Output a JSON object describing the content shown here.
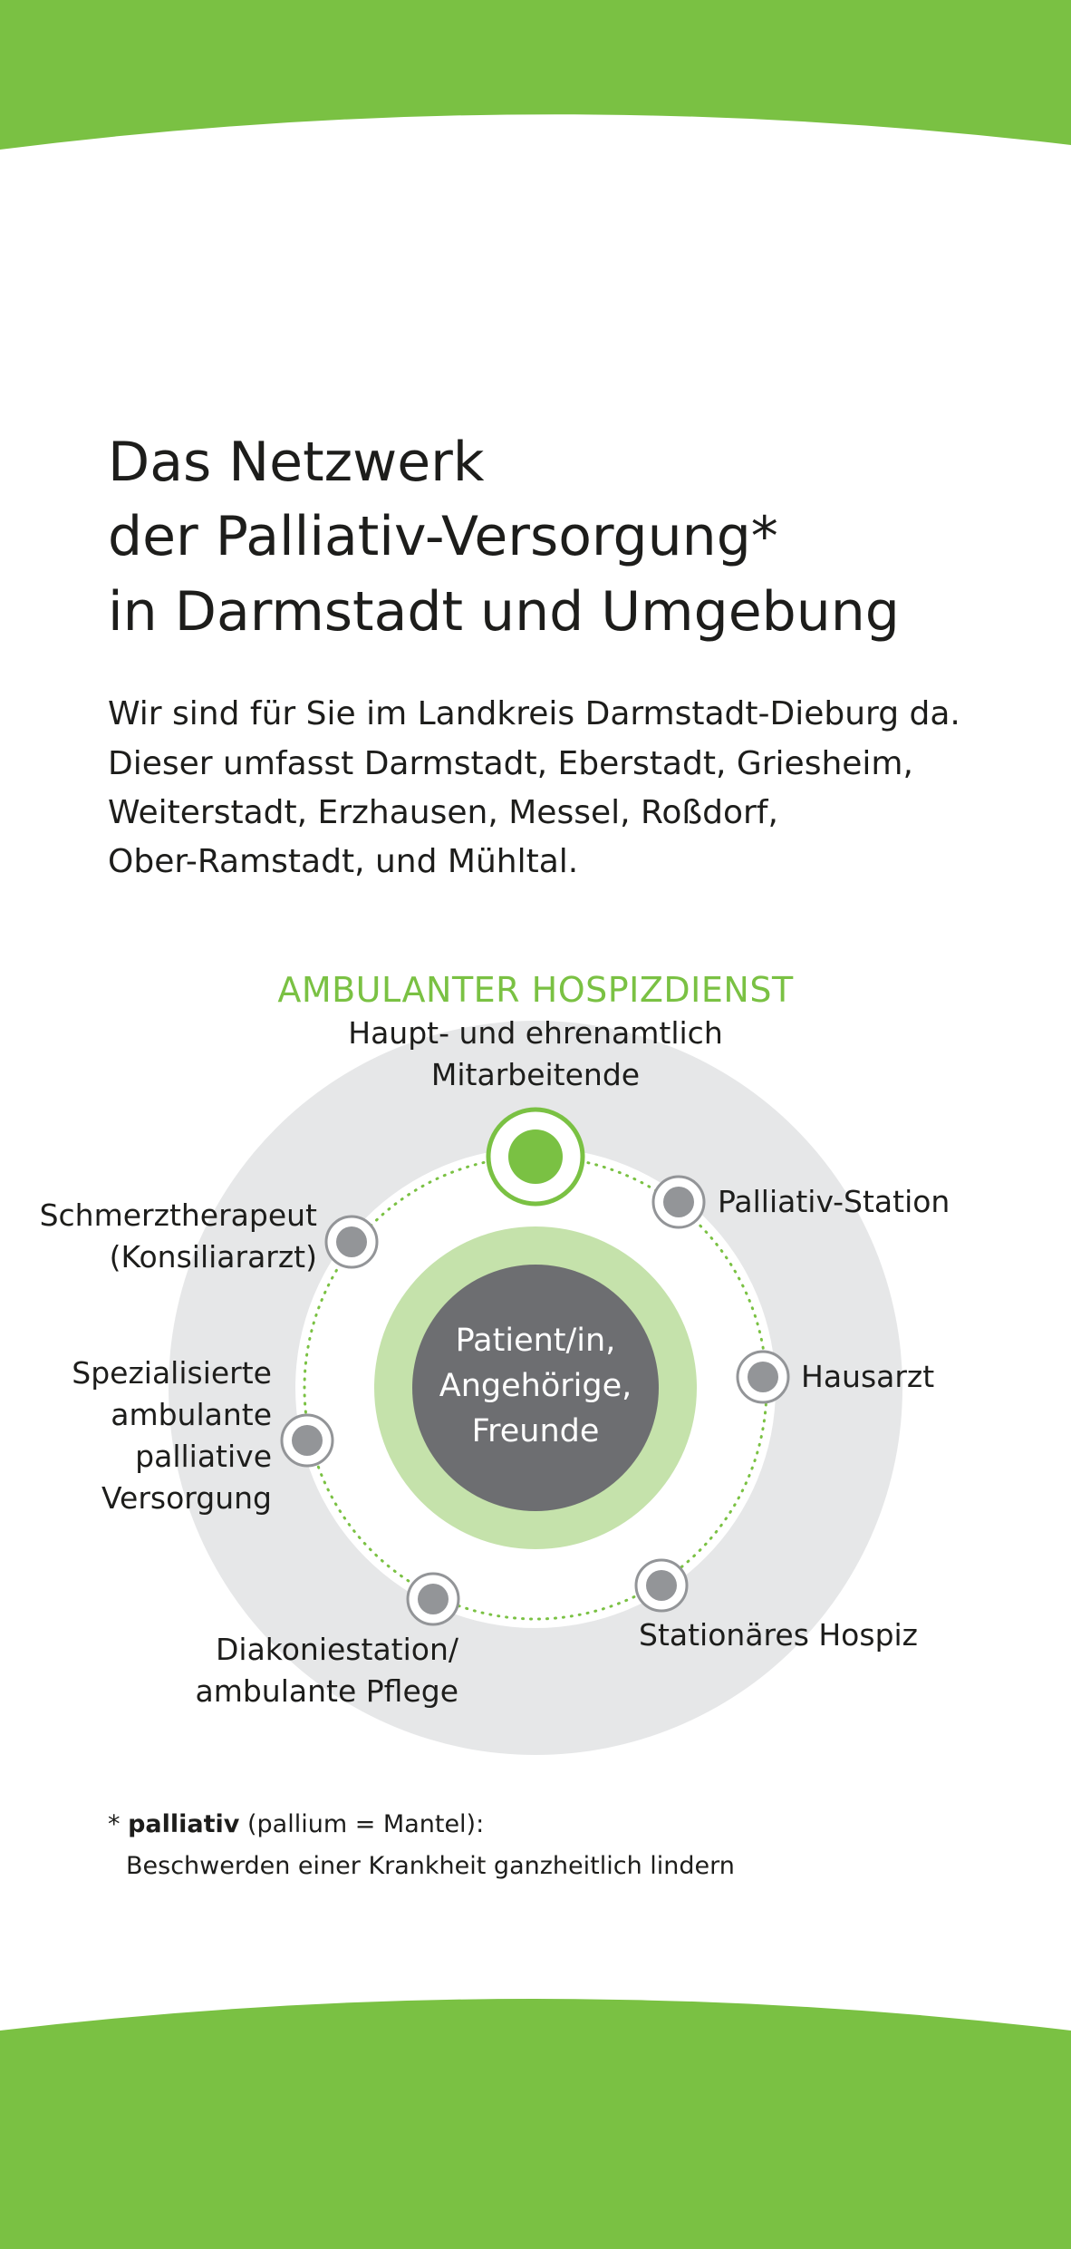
{
  "title_lines": [
    "Das Netzwerk",
    "der Palliativ-Versorgung*",
    "in Darmstadt und Umgebung"
  ],
  "intro_lines": [
    "Wir sind für Sie im Landkreis Darmstadt-Dieburg da.",
    "Dieser umfasst Darmstadt, Eberstadt, Griesheim,",
    "Weiterstadt, Erzhausen, Messel, Roßdorf,",
    "Ober-Ramstadt, und Mühltal."
  ],
  "diagram": {
    "heading": "AMBULANTER HOSPIZDIENST",
    "center_lines": [
      "Patient/in,",
      "Angehörige,",
      "Freunde"
    ],
    "top_node_lines": [
      "Haupt- und ehrenamtlich",
      "Mitarbeitende"
    ],
    "nodes": {
      "palliativ_station": [
        "Palliativ-Station"
      ],
      "hausarzt": [
        "Hausarzt"
      ],
      "stationaeres_hospiz": [
        "Stationäres Hospiz"
      ],
      "diakoniestation": [
        "Diakoniestation/",
        "ambulante Pflege"
      ],
      "sapv": [
        "Spezialisierte",
        "ambulante",
        "palliative",
        "Versorgung"
      ],
      "schmerztherapeut": [
        "Schmerztherapeut",
        "(Konsiliararzt)"
      ]
    }
  },
  "footnote": {
    "marker": "*",
    "term": "palliativ",
    "definition": "(pallium = Mantel):",
    "explanation": "Beschwerden einer Krankheit ganzheitlich lindern"
  },
  "colors": {
    "brand_green": "#7ac143",
    "light_green": "#c5e2ab",
    "outer_grey": "#e6e7e8",
    "center_grey": "#6d6e71",
    "node_grey": "#939598"
  }
}
